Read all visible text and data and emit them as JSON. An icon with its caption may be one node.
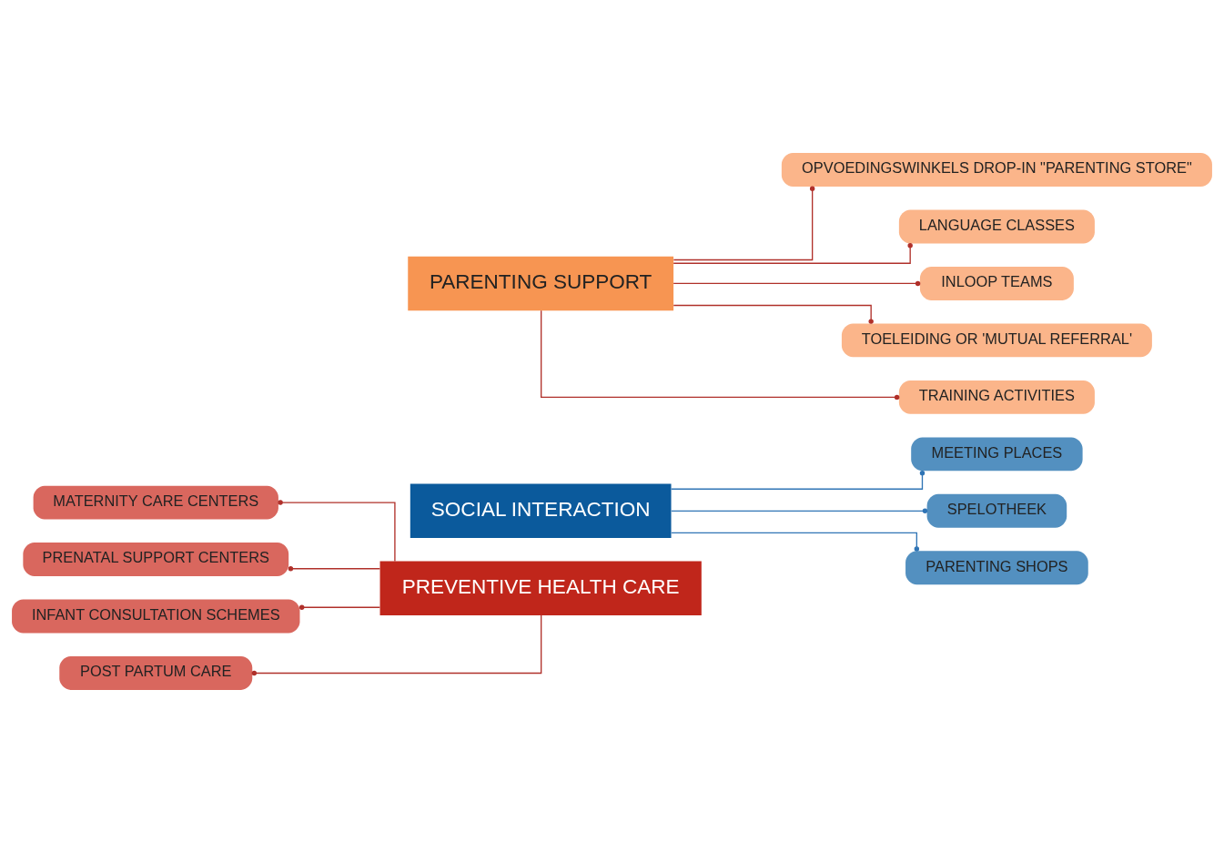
{
  "diagram": {
    "nodes": [
      {
        "text": [
          "PREVENTIVE HEALTH CARE"
        ]
      },
      {
        "text": [
          "SOCIAL INTERACTION"
        ]
      },
      {
        "text": [
          "PARENTING SUPPORT"
        ]
      },
      {
        "text": [
          "MATERNITY CARE CENTERS"
        ]
      },
      {
        "text": [
          "PRENATAL SUPPORT CENTERS"
        ]
      },
      {
        "text": [
          "INFANT CONSULTATION SCHEMES"
        ]
      },
      {
        "text": [
          "POST PARTUM CARE"
        ]
      },
      {
        "text": [
          "MEETING PLACES"
        ]
      },
      {
        "text": [
          "SPELOTHEEK"
        ]
      },
      {
        "text": [
          "PARENTING SHOPS"
        ]
      },
      {
        "text": [
          "OPVOEDINGSWINKELS DROP-IN \"PARENTING STORE\""
        ]
      },
      {
        "text": [
          "LANGUAGE CLASSES"
        ]
      },
      {
        "text": [
          "INLOOP TEAMS"
        ]
      },
      {
        "text": [
          "TOELEIDING OR 'MUTUAL REFERRAL'"
        ]
      },
      {
        "text": [
          "TRAINING ACTIVITIES"
        ]
      }
    ],
    "edges": [
      {
        "from": 0,
        "to": 3,
        "arrow": "other"
      },
      {
        "from": 0,
        "to": 4,
        "arrow": "other"
      },
      {
        "from": 0,
        "to": 5,
        "arrow": "other"
      },
      {
        "from": 0,
        "to": 6,
        "arrow": "other"
      },
      {
        "from": 1,
        "to": 7,
        "arrow": "other",
        "color": "#2f74b5"
      },
      {
        "from": 1,
        "to": 8,
        "arrow": "other",
        "color": "#2f74b5"
      },
      {
        "from": 1,
        "to": 9,
        "arrow": "other",
        "color": "#2f74b5"
      },
      {
        "from": 2,
        "to": 10,
        "arrow": "other"
      },
      {
        "from": 2,
        "to": 11,
        "arrow": "other"
      },
      {
        "from": 2,
        "to": 12,
        "arrow": "other"
      },
      {
        "from": 2,
        "to": 13,
        "arrow": "other"
      },
      {
        "from": 2,
        "to": 14,
        "arrow": "other"
      }
    ]
  }
}
